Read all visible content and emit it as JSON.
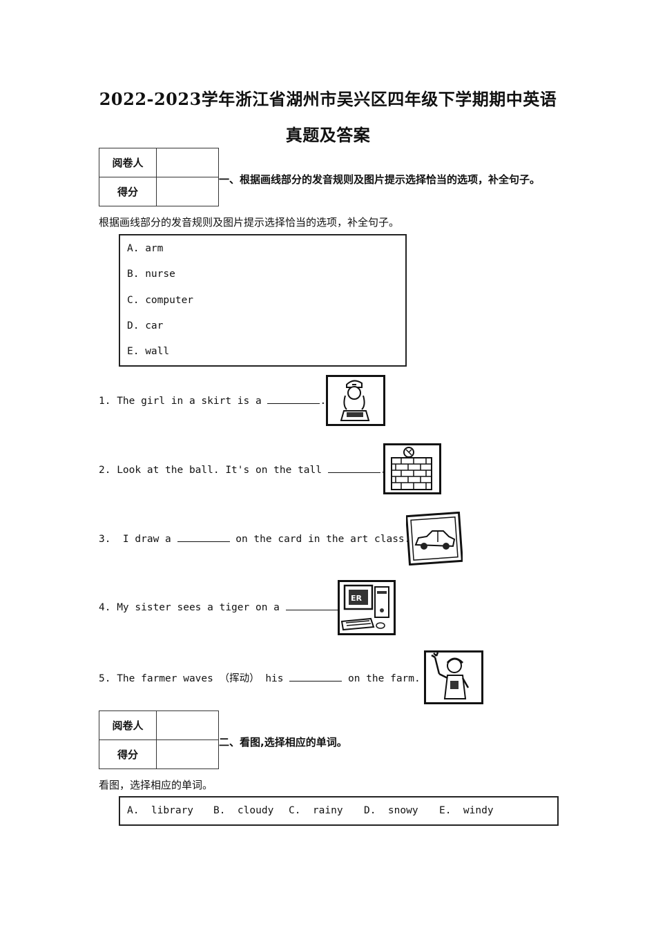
{
  "title_line1": "2022-2023学年浙江省湖州市吴兴区四年级下学期期中英语",
  "title_line2": "真题及答案",
  "score_table": {
    "reviewer": "阅卷人",
    "score": "得分"
  },
  "section1": {
    "heading": "一、根据画线部分的发音规则及图片提示选择恰当的选项，补全句子。",
    "instruction": "根据画线部分的发音规则及图片提示选择恰当的选项，补全句子。",
    "options": [
      "A.  arm",
      "B.  nurse",
      "C.  computer",
      "D.  car",
      "E.  wall"
    ],
    "questions": [
      {
        "pre": "1. The girl in a skirt is a ",
        "post": "."
      },
      {
        "pre": "2. Look at the ball. It's on the tall ",
        "post": "."
      },
      {
        "pre": "3.  I draw a ",
        "post": " on the card in the art class."
      },
      {
        "pre": "4. My sister sees a tiger on a ",
        "post": "."
      },
      {
        "pre": "5. The farmer waves （挥动） his ",
        "post": " on the farm."
      }
    ],
    "icons": [
      "nurse-picture-icon",
      "wall-picture-icon",
      "car-picture-icon",
      "computer-picture-icon",
      "arm-picture-icon"
    ]
  },
  "section2": {
    "heading": "二、看图,选择相应的单词。",
    "instruction": "看图，选择相应的单词。",
    "options": [
      "A.  library",
      "B.  cloudy",
      "C.  rainy",
      "D.  snowy",
      "E.  windy"
    ]
  }
}
